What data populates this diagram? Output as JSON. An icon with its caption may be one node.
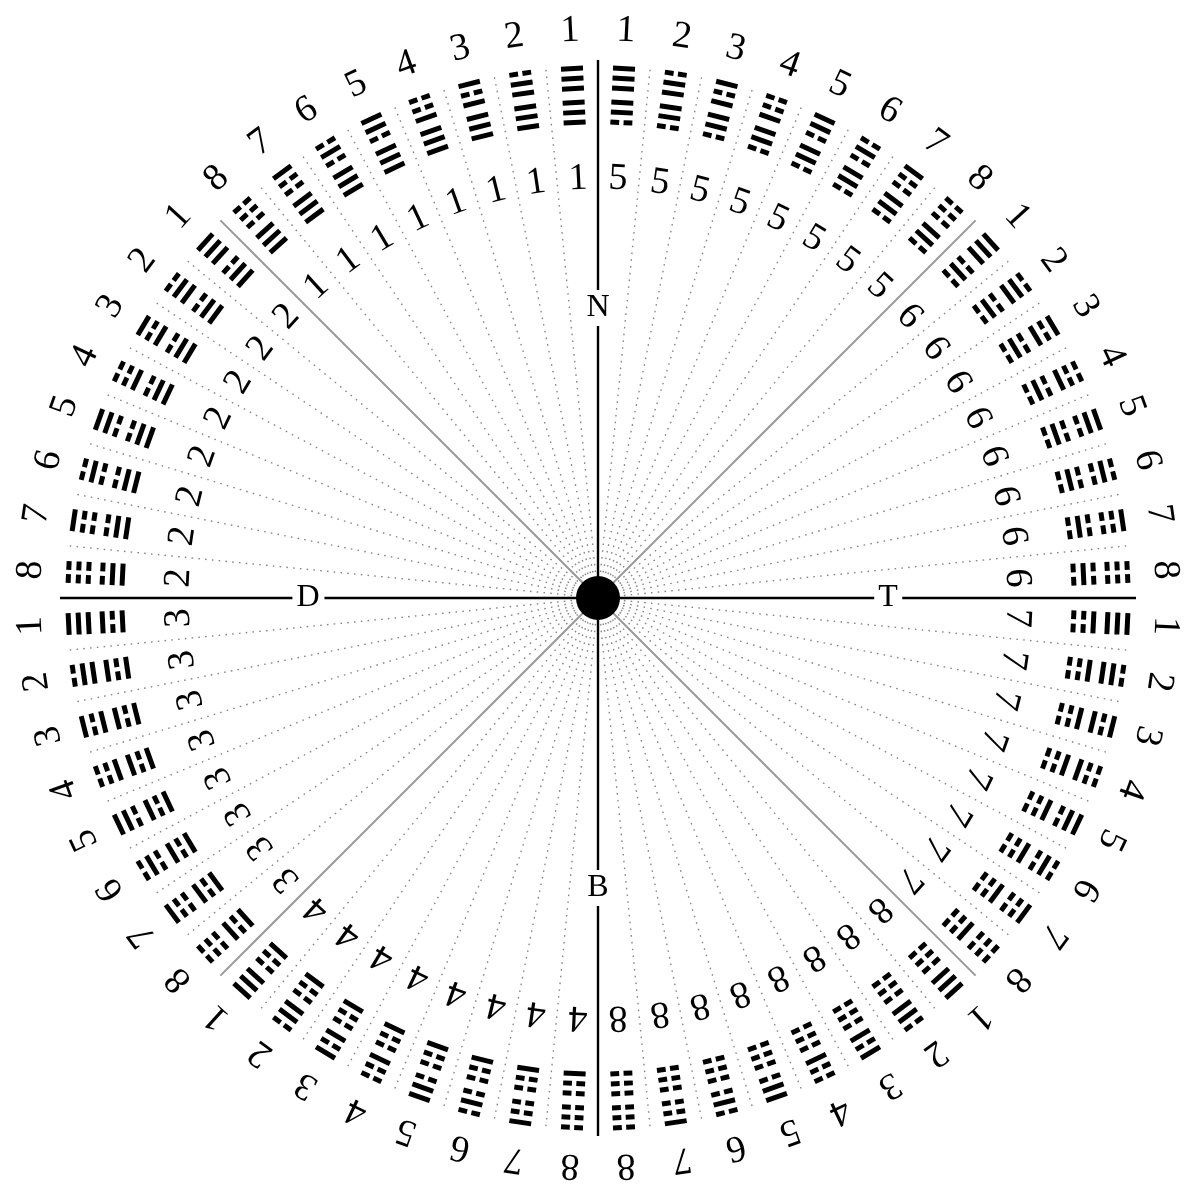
{
  "diagram": {
    "labels": [
      "1",
      "2",
      "3",
      "4",
      "5",
      "6",
      "7",
      "8",
      "1",
      "2",
      "3",
      "4",
      "5",
      "6",
      "7",
      "8",
      "1",
      "2",
      "3",
      "4",
      "5",
      "6",
      "7",
      "8",
      "1",
      "2",
      "3",
      "4",
      "5",
      "6",
      "7",
      "8",
      "8",
      "7",
      "6",
      "5",
      "4",
      "3",
      "2",
      "1",
      "8",
      "7",
      "6",
      "5",
      "4",
      "3",
      "2",
      "1",
      "8",
      "7",
      "6",
      "5",
      "4",
      "3",
      "2",
      "1",
      "8",
      "7",
      "6",
      "5",
      "4",
      "3",
      "2",
      "1",
      "5",
      "5",
      "5",
      "5",
      "5",
      "5",
      "5",
      "5",
      "6",
      "6",
      "6",
      "6",
      "6",
      "6",
      "6",
      "6",
      "7",
      "7",
      "7",
      "7",
      "7",
      "7",
      "7",
      "7",
      "8",
      "8",
      "8",
      "8",
      "8",
      "8",
      "8",
      "8",
      "4",
      "4",
      "4",
      "4",
      "4",
      "4",
      "4",
      "4",
      "3",
      "3",
      "3",
      "3",
      "3",
      "3",
      "3",
      "3",
      "2",
      "2",
      "2",
      "2",
      "2",
      "2",
      "2",
      "2",
      "1",
      "1",
      "1",
      "1",
      "1",
      "1",
      "1",
      "1",
      "N",
      "D",
      "T",
      "B"
    ]
  }
}
